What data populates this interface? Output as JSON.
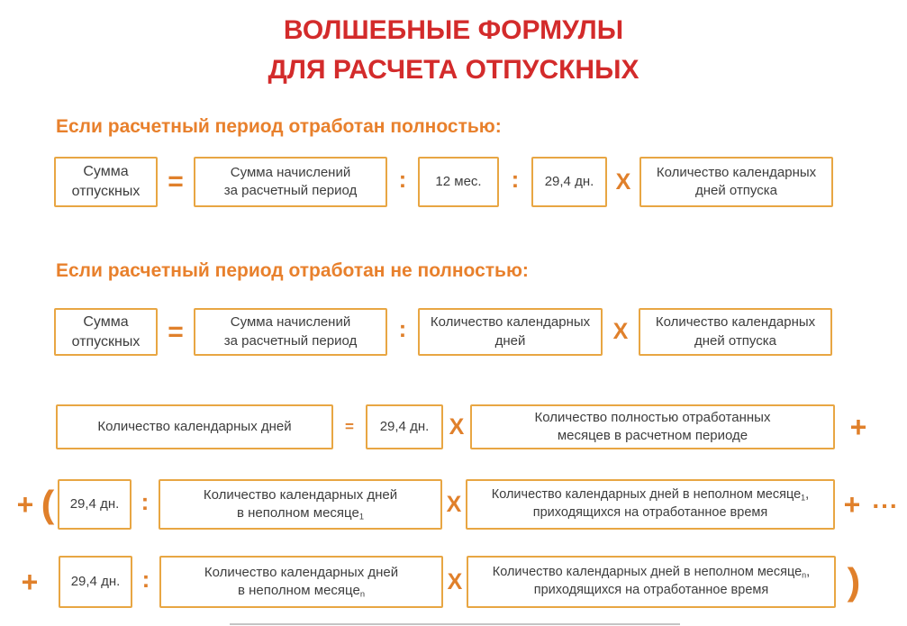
{
  "page": {
    "title_line1": "ВОЛШЕБНЫЕ ФОРМУЛЫ",
    "title_line2": "ДЛЯ РАСЧЕТА ОТПУСКНЫХ"
  },
  "colors": {
    "title_red": "#d32b2b",
    "heading_orange": "#e8802c",
    "box_border_gold": "#e8a643",
    "operator_orange": "#e0802b",
    "box_text": "#3d3d3d"
  },
  "section_full": {
    "heading": "Если расчетный период отработан полностью:",
    "formula": {
      "box_vacation_sum": "Сумма\nотпускных",
      "op_equals": "=",
      "box_accruals": "Сумма начислений\nза расчетный период",
      "op_divide1": ":",
      "box_12_months": "12 мес.",
      "op_divide2": ":",
      "box_29_4_days": "29,4 дн.",
      "op_multiply": "X",
      "box_vacation_days": "Количество календарных\nдней отпуска"
    }
  },
  "section_partial": {
    "heading": "Если расчетный период отработан не полностью:",
    "formula_main": {
      "box_vacation_sum": "Сумма\nотпускных",
      "op_equals": "=",
      "box_accruals": "Сумма начислений\nза расчетный период",
      "op_divide": ":",
      "box_calendar_days": "Количество календарных\nдней",
      "op_multiply": "X",
      "box_vacation_days": "Количество календарных\nдней отпуска"
    },
    "formula_calendar_days": {
      "box_calendar_days": "Количество календарных дней",
      "op_equals": "=",
      "box_29_4_days": "29,4 дн.",
      "op_multiply": "X",
      "box_full_months": "Количество полностью отработанных\nмесяцев в расчетном периоде",
      "op_plus": "+"
    },
    "formula_partial_month_first": {
      "op_plus": "+",
      "op_open_paren": "(",
      "box_29_4_days": "29,4 дн.",
      "op_divide": ":",
      "box_days_line1": "Количество календарных дней",
      "box_days_line2": "в неполном месяце",
      "box_days_sub": "1",
      "op_multiply": "X",
      "box_worked_line1": "Количество календарных дней в неполном месяце",
      "box_worked_sub": "1",
      "box_worked_comma": ",",
      "box_worked_line2": "приходящихся на отработанное время",
      "op_plus2": "+",
      "op_ellipsis": "..."
    },
    "formula_partial_month_last": {
      "op_plus": "+",
      "box_29_4_days": "29,4 дн.",
      "op_divide": ":",
      "box_days_line1": "Количество календарных дней",
      "box_days_line2": "в неполном месяце",
      "box_days_sub": "n",
      "op_multiply": "X",
      "box_worked_line1": "Количество календарных дней в неполном месяце",
      "box_worked_sub": "n",
      "box_worked_comma": ",",
      "box_worked_line2": "приходящихся на отработанное время",
      "op_close_paren": ")"
    }
  }
}
